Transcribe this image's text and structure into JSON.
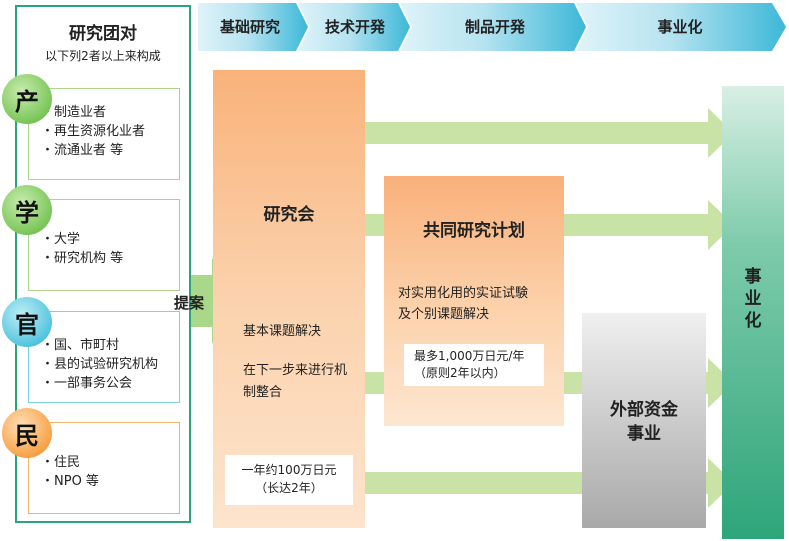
{
  "stages": [
    "基础研究",
    "技术开発",
    "制品开発",
    "事业化"
  ],
  "group": {
    "title": "研究团对",
    "subtitle": "以下列2者以上来构成",
    "members": [
      {
        "badge": "产",
        "items": [
          "・制造业者",
          "・再生资源化业者",
          "・流通业者 等"
        ],
        "color": "#7bc65a"
      },
      {
        "badge": "学",
        "items": [
          "・大学",
          "・研究机构 等"
        ],
        "color": "#7bc65a"
      },
      {
        "badge": "官",
        "items": [
          "・国、市町村",
          "・县的试验研究机构",
          "・一部事务公会"
        ],
        "color": "#55c5df"
      },
      {
        "badge": "民",
        "items": [
          "・住民",
          "・NPO 等"
        ],
        "color": "#f7a248"
      }
    ]
  },
  "proposal_label": "提案",
  "meeting": {
    "title": "研究会",
    "desc1": "基本课题解决",
    "desc2": "在下一步来进行机制整合",
    "fund": [
      "一年约100万日元",
      "（长达2年）"
    ]
  },
  "joint": {
    "title": "共同研究计划",
    "desc": [
      "对实用化用的实证试験",
      "及个别课题解决"
    ],
    "fund": [
      "最多1,000万日元/年",
      "（原则2年以内）"
    ]
  },
  "external": {
    "label": [
      "外部资金",
      "事业"
    ]
  },
  "commercialization": {
    "label": [
      "事",
      "业",
      "化"
    ]
  },
  "colors": {
    "group_border": "#2aa57a",
    "banner": "#3cb8d8",
    "arrow": "#c9e3a6",
    "meeting": "#f9b27a",
    "external": "#bdbdbd",
    "commercialization": "#2ea57a"
  }
}
